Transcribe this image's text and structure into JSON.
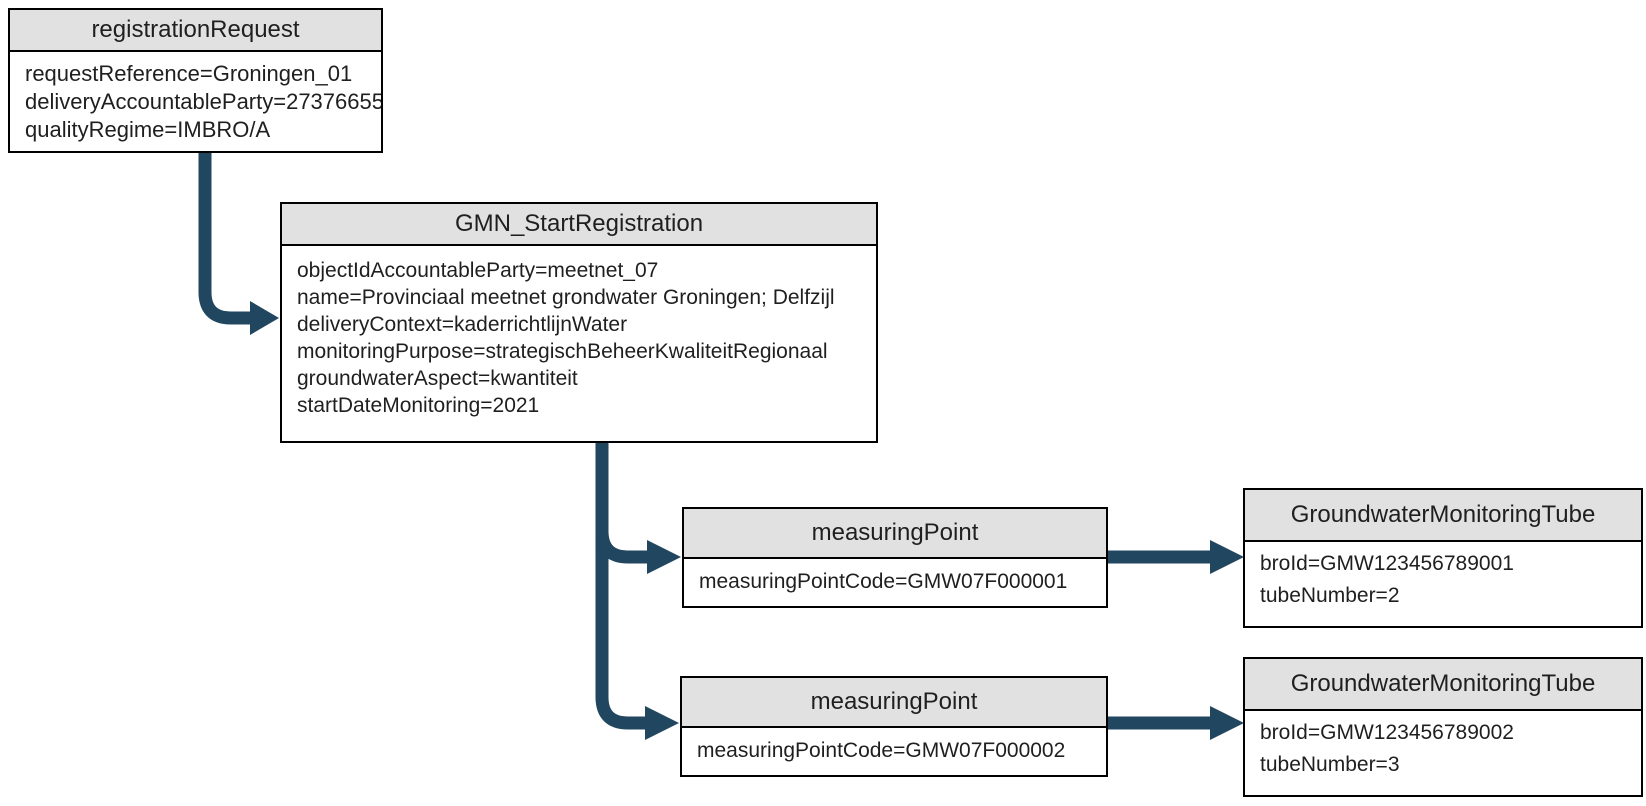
{
  "colors": {
    "arrow": "#21465f",
    "header_fill": "#e1e1e1",
    "border": "#000000",
    "text": "#1f1f1f",
    "background": "#ffffff"
  },
  "nodes": {
    "registrationRequest": {
      "title": "registrationRequest",
      "lines": [
        "requestReference=Groningen_01",
        "deliveryAccountableParty=27376655",
        "qualityRegime=IMBRO/A"
      ]
    },
    "gmnStartRegistration": {
      "title": "GMN_StartRegistration",
      "lines": [
        "objectIdAccountableParty=meetnet_07",
        "name=Provinciaal meetnet grondwater Groningen; Delfzijl",
        "deliveryContext=kaderrichtlijnWater",
        "monitoringPurpose=strategischBeheerKwaliteitRegionaal",
        "groundwaterAspect=kwantiteit",
        "startDateMonitoring=2021"
      ]
    },
    "measuringPoint1": {
      "title": "measuringPoint",
      "lines": [
        "measuringPointCode=GMW07F000001"
      ]
    },
    "groundwaterMonitoringTube1": {
      "title": "GroundwaterMonitoringTube",
      "lines": [
        "broId=GMW123456789001",
        "tubeNumber=2"
      ]
    },
    "measuringPoint2": {
      "title": "measuringPoint",
      "lines": [
        "measuringPointCode=GMW07F000002"
      ]
    },
    "groundwaterMonitoringTube2": {
      "title": "GroundwaterMonitoringTube",
      "lines": [
        "broId=GMW123456789002",
        "tubeNumber=3"
      ]
    }
  }
}
